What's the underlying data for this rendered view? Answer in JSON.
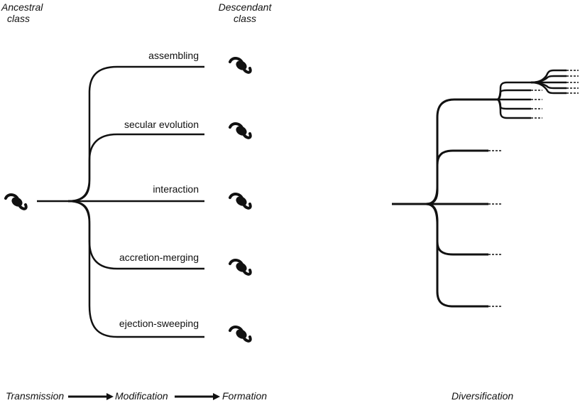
{
  "header": {
    "ancestral_line1": "Ancestral",
    "ancestral_line2": "class",
    "descendant_line1": "Descendant",
    "descendant_line2": "class"
  },
  "branches": [
    {
      "label": "assembling"
    },
    {
      "label": "secular evolution"
    },
    {
      "label": "interaction"
    },
    {
      "label": "accretion-merging"
    },
    {
      "label": "ejection-sweeping"
    }
  ],
  "footer": {
    "transmission": "Transmission",
    "modification": "Modification",
    "formation": "Formation",
    "diversification": "Diversification"
  },
  "icons": {
    "galaxy": "galaxy-icon",
    "arrow": "arrow-right-icon"
  },
  "colors": {
    "line": "#111111"
  }
}
